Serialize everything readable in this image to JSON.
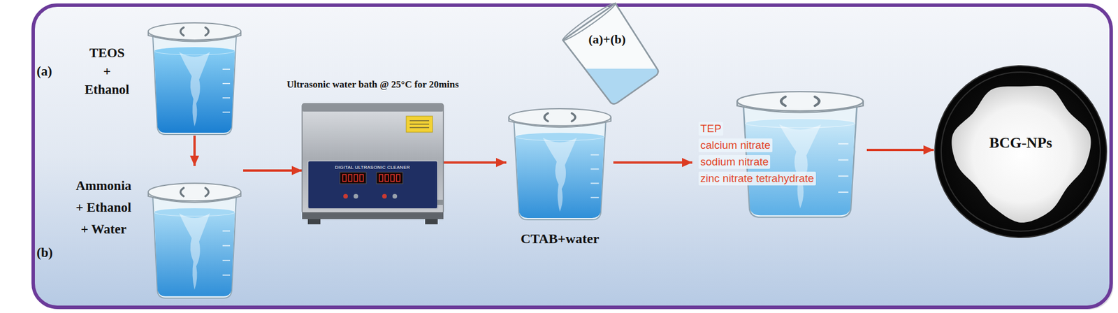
{
  "diagram": {
    "nodes": [
      {
        "text": [
          "TEOS + Ethanol"
        ]
      },
      {
        "text": [
          "Ammonia + Ethanol + Water"
        ]
      },
      {
        "text": [
          "Ultrasonic water bath @ 25°C for 20mins"
        ]
      },
      {
        "text": [
          "(a)+(b)"
        ]
      },
      {
        "text": [
          "CTAB+water"
        ]
      },
      {
        "text": [
          "TEP",
          "calcium nitrate",
          "sodium nitrate",
          "zinc nitrate tetrahydrate"
        ]
      },
      {
        "text": [
          "BCG-NPs"
        ]
      }
    ],
    "edges": [
      {
        "from": 0,
        "to": 1,
        "arrow": "to"
      },
      {
        "from": 1,
        "to": 2,
        "arrow": "to"
      },
      {
        "from": 2,
        "to": 4,
        "arrow": "to"
      },
      {
        "from": 4,
        "to": 5,
        "arrow": "to"
      },
      {
        "from": 5,
        "to": 6,
        "arrow": "to"
      }
    ],
    "labels": [
      "(a)",
      "(b)",
      "DIGITAL ULTRASONIC CLEANER"
    ]
  }
}
